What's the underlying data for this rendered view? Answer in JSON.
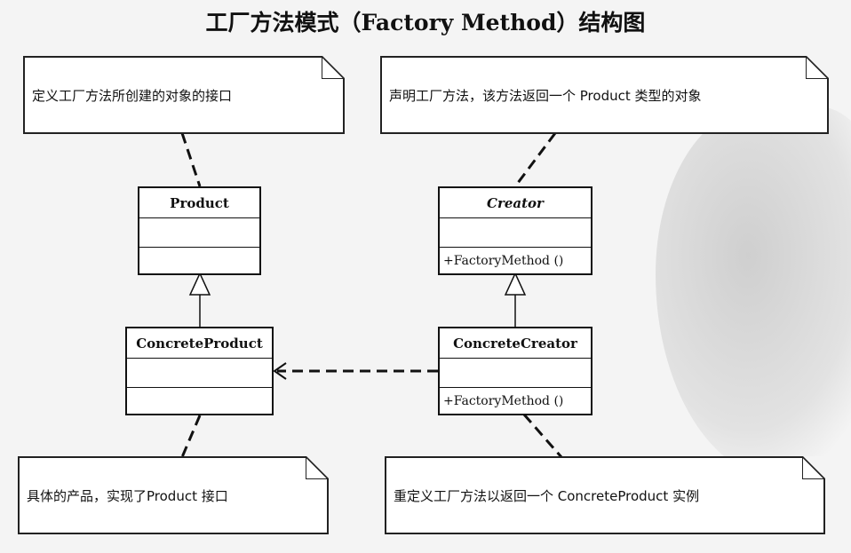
{
  "title": "工厂方法模式（Factory Method）结构图",
  "notes": {
    "product_note": "定义工厂方法所创建的对象的接口",
    "creator_note": "声明工厂方法，该方法返回一个 Product 类型的对象",
    "concrete_product_note": "具体的产品，实现了Product 接口",
    "concrete_creator_note": "重定义工厂方法以返回一个 ConcreteProduct 实例"
  },
  "classes": {
    "product": {
      "name": "Product"
    },
    "creator": {
      "name": "Creator",
      "operation": "+FactoryMethod ()"
    },
    "concrete_product": {
      "name": "ConcreteProduct"
    },
    "concrete_creator": {
      "name": "ConcreteCreator",
      "operation": "+FactoryMethod ()"
    }
  }
}
